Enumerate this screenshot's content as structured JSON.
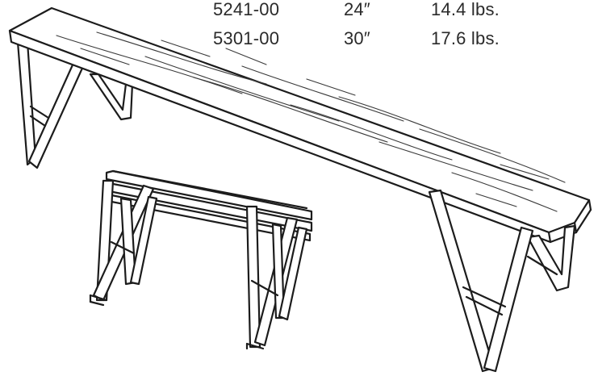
{
  "spec_table": {
    "rows": [
      {
        "model": "5241-00",
        "length": "24″",
        "weight": "14.4 lbs."
      },
      {
        "model": "5301-00",
        "length": "30″",
        "weight": "17.6 lbs."
      }
    ]
  },
  "illustration": {
    "subjects": [
      "bench-assembled",
      "bench-folded-stack"
    ]
  }
}
